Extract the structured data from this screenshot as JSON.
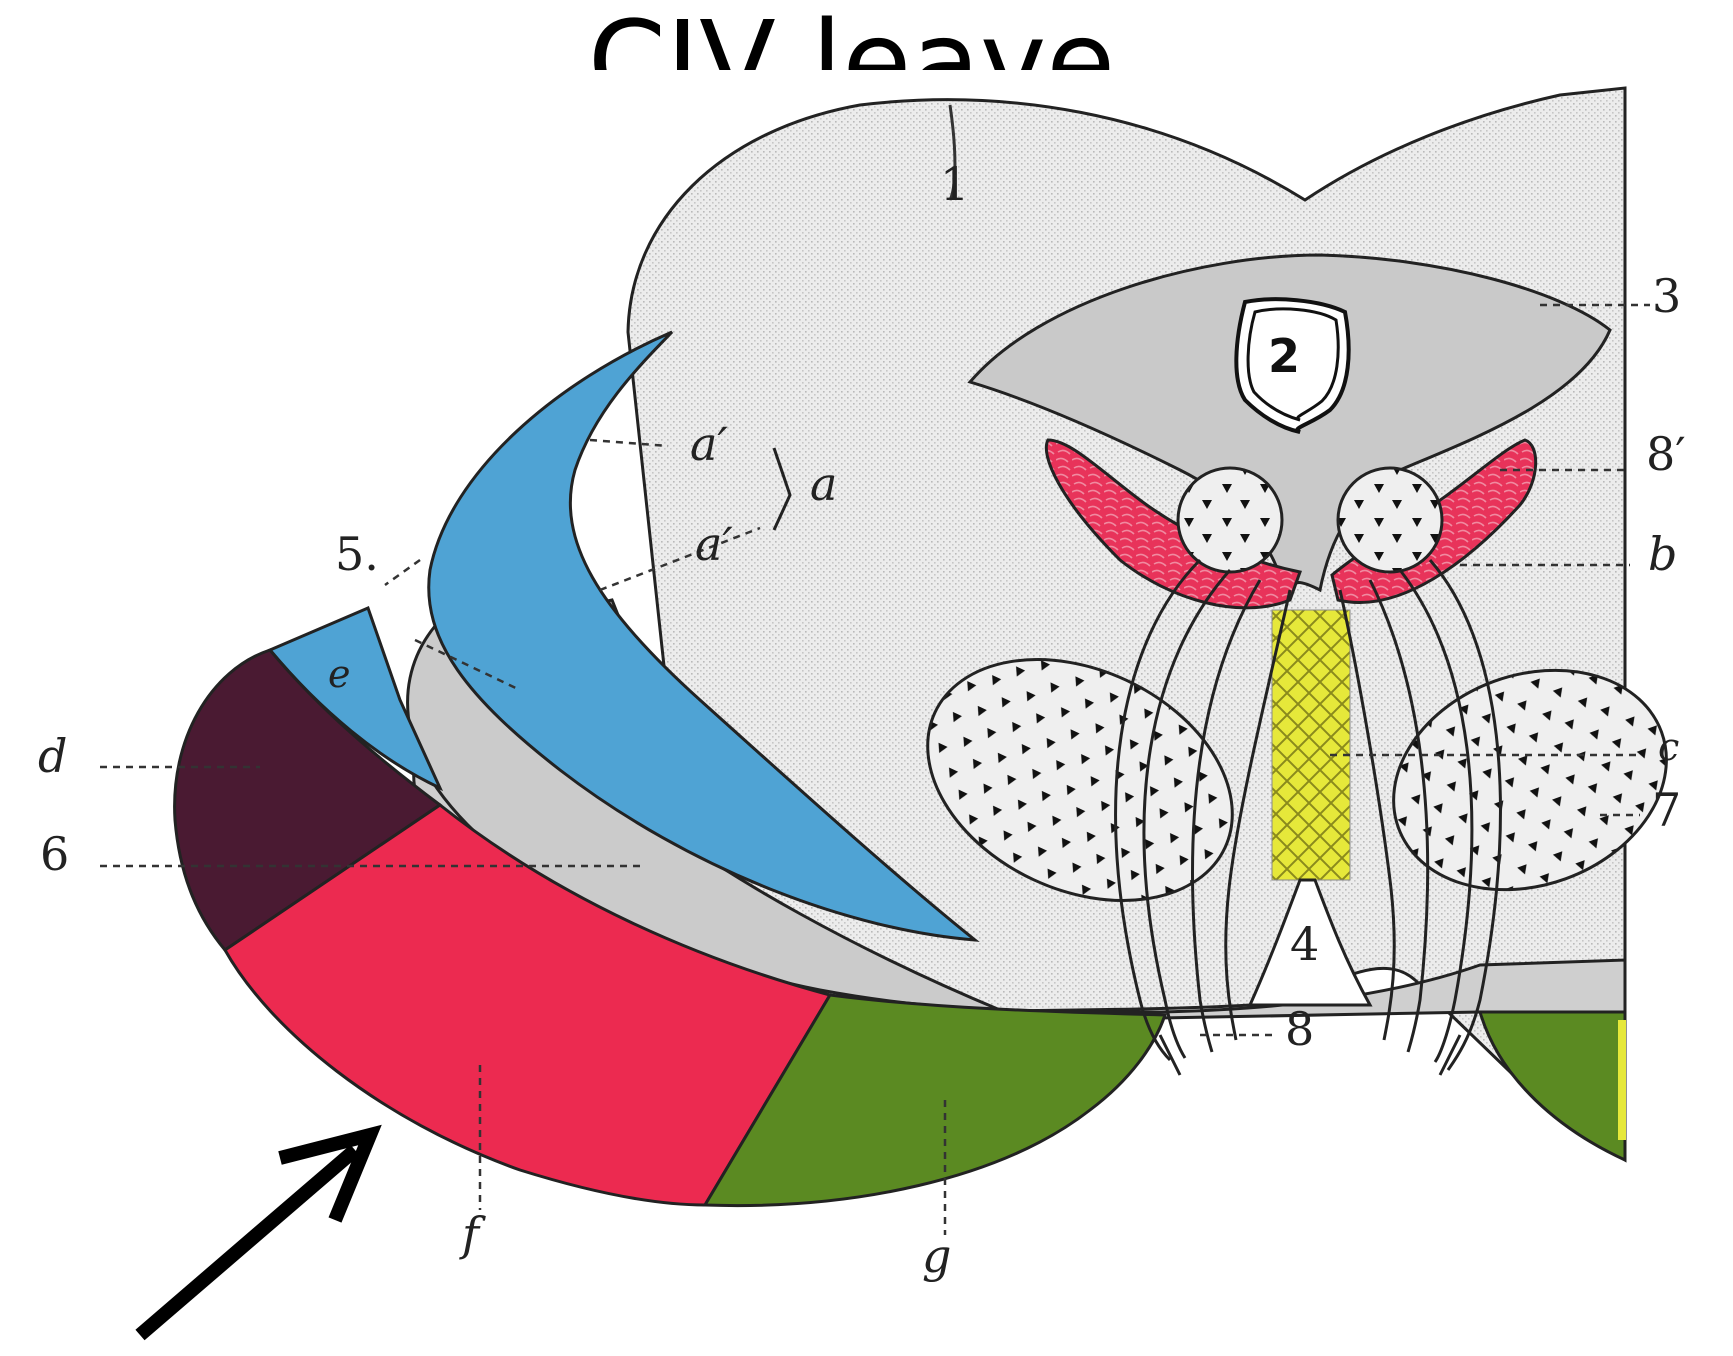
{
  "title": "CIV leave",
  "labels": {
    "n1": "1",
    "n2": "2",
    "n3": "3",
    "n4": "4",
    "n5": "5.",
    "n6": "6",
    "n7": "7",
    "n8": "8",
    "n8p": "8′",
    "a": "a",
    "a1": "a′",
    "a2": "a′",
    "b": "b",
    "c": "c",
    "d": "d",
    "e": "e",
    "f": "f",
    "g": "g"
  },
  "colors": {
    "stipple": "#e6e6e6",
    "grey": "#cdcdcd",
    "blue": "#4fa3d4",
    "pink": "#e8335a",
    "red": "#ec2a50",
    "dark_purple": "#4a1a32",
    "green": "#5b8a22",
    "yellow": "#e6e83a"
  }
}
